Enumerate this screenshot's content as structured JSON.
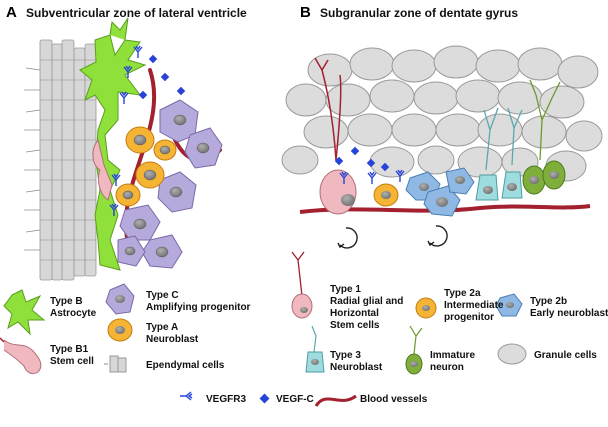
{
  "panel_a": {
    "letter": "A",
    "title": "Subventricular zone of lateral ventricle",
    "legend": {
      "type_b": [
        "Type B",
        "Astrocyte"
      ],
      "type_b1": [
        "Type B1",
        "Stem cell"
      ],
      "type_c": [
        "Type C",
        "Amplifying progenitor"
      ],
      "type_a": [
        "Type A",
        "Neuroblast"
      ],
      "ependymal": "Ependymal cells"
    }
  },
  "panel_b": {
    "letter": "B",
    "title": "Subgranular zone of dentate gyrus",
    "legend": {
      "type_1": [
        "Type 1",
        "Radial glial and",
        "Horizontal",
        "Stem cells"
      ],
      "type_2a": [
        "Type 2a",
        "Intermediate",
        "progenitor"
      ],
      "type_2b": [
        "Type 2b",
        "Early neuroblast"
      ],
      "type_3": [
        "Type 3",
        "Neuroblast"
      ],
      "immature": [
        "Immature",
        "neuron"
      ],
      "granule": "Granule cells"
    }
  },
  "bottom_legend": {
    "vegfr3": "VEGFR3",
    "vegfc": "VEGF-C",
    "vessels": "Blood vessels"
  },
  "colors": {
    "astrocyte": "#8fe03a",
    "stem_pink": "#f0b8bf",
    "amplifying": "#b6a9dc",
    "neuroblast": "#f5b433",
    "vessel": "#a3202e",
    "vegf": "#2743d8",
    "early_neuroblast": "#8fb9e4",
    "type3": "#9fdce0",
    "immature": "#7fae3b",
    "granule": "#dcdcdc",
    "ependymal": "#d7d7d7"
  }
}
